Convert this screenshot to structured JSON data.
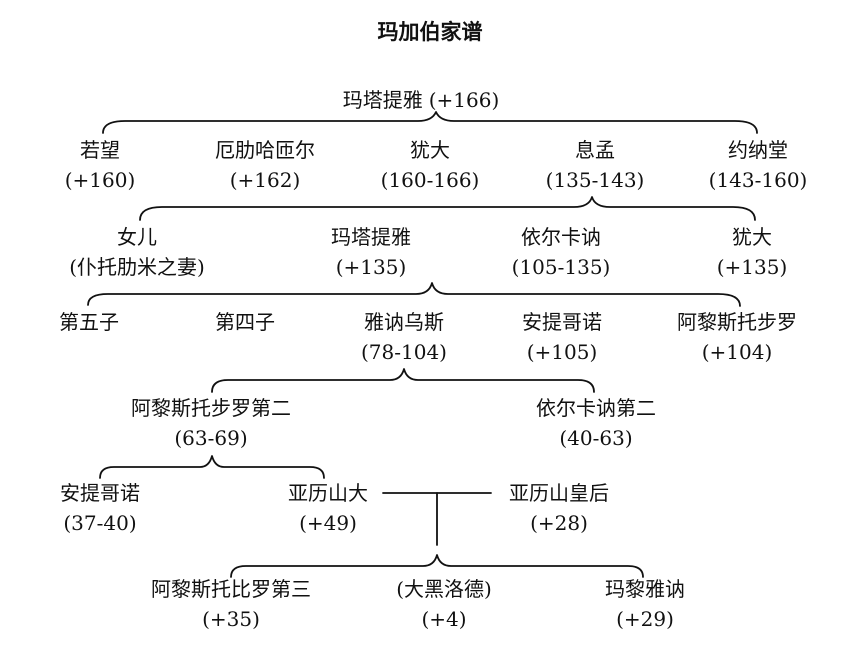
{
  "title": "玛加伯家谱",
  "people": {
    "mattathias_root": {
      "name": "玛塔提雅",
      "years": "(+166)"
    },
    "john": {
      "name": "若望",
      "years": "(+160)"
    },
    "eleazar": {
      "name": "厄肋哈匝尔",
      "years": "(+162)"
    },
    "judas1": {
      "name": "犹大",
      "years": "(160-166)"
    },
    "simon": {
      "name": "息孟",
      "years": "(135-143)"
    },
    "jonathan": {
      "name": "约纳堂",
      "years": "(143-160)"
    },
    "daughter": {
      "name": "女儿",
      "years": "(仆托肋米之妻)"
    },
    "mattathias2": {
      "name": "玛塔提雅",
      "years": "(+135)"
    },
    "hyrcanus1": {
      "name": "依尔卡讷",
      "years": "(105-135)"
    },
    "judas2": {
      "name": "犹大",
      "years": "(+135)"
    },
    "fifth_son": {
      "name": "第五子",
      "years": ""
    },
    "fourth_son": {
      "name": "第四子",
      "years": ""
    },
    "jannaeus": {
      "name": "雅讷乌斯",
      "years": "(78-104)"
    },
    "antigonus1": {
      "name": "安提哥诺",
      "years": "(+105)"
    },
    "aristobulus1": {
      "name": "阿黎斯托步罗",
      "years": "(+104)"
    },
    "aristobulus2": {
      "name": "阿黎斯托步罗第二",
      "years": "(63-69)"
    },
    "hyrcanus2": {
      "name": "依尔卡讷第二",
      "years": "(40-63)"
    },
    "antigonus2": {
      "name": "安提哥诺",
      "years": "(37-40)"
    },
    "alexander": {
      "name": "亚历山大",
      "years": "(+49)"
    },
    "alexandra": {
      "name": "亚历山皇后",
      "years": "(+28)"
    },
    "aristobulus3": {
      "name": "阿黎斯托比罗第三",
      "years": "(+35)"
    },
    "herod": {
      "name": "(大黑洛德)",
      "years": "(+4)"
    },
    "mariamne": {
      "name": "玛黎雅讷",
      "years": "(+29)"
    }
  }
}
